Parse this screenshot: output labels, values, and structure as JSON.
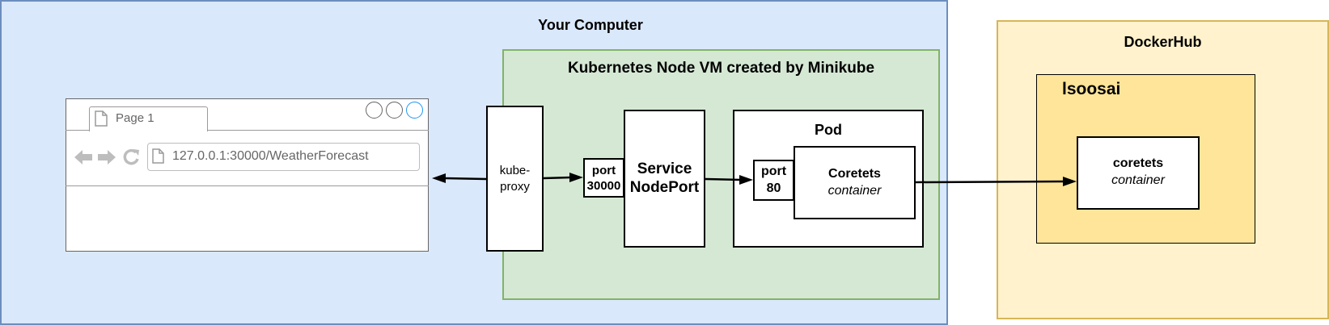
{
  "your_computer": {
    "title": "Your Computer"
  },
  "k8s_node": {
    "title": "Kubernetes Node VM created by Minikube"
  },
  "browser": {
    "tab_label": "Page 1",
    "url": "127.0.0.1:30000/WeatherForecast"
  },
  "kube_proxy": {
    "line1": "kube-",
    "line2": "proxy"
  },
  "port_30000": {
    "line1": "port",
    "line2": "30000"
  },
  "service": {
    "line1": "Service",
    "line2": "NodePort"
  },
  "pod": {
    "title": "Pod"
  },
  "port_80": {
    "line1": "port",
    "line2": "80"
  },
  "coretets_container": {
    "name": "Coretets",
    "kind": "container"
  },
  "dockerhub": {
    "title": "DockerHub",
    "user": "lsoosai",
    "container_name": "coretets",
    "container_kind": "container"
  },
  "colors": {
    "computer_fill": "#dae8fc",
    "computer_stroke": "#6c8ebf",
    "node_fill": "#d5e8d4",
    "node_stroke": "#82b366",
    "hub_fill": "#fff2cc",
    "hub_stroke": "#d6b656",
    "user_fill": "#ffe599",
    "browser_accent": "#2196f3"
  }
}
